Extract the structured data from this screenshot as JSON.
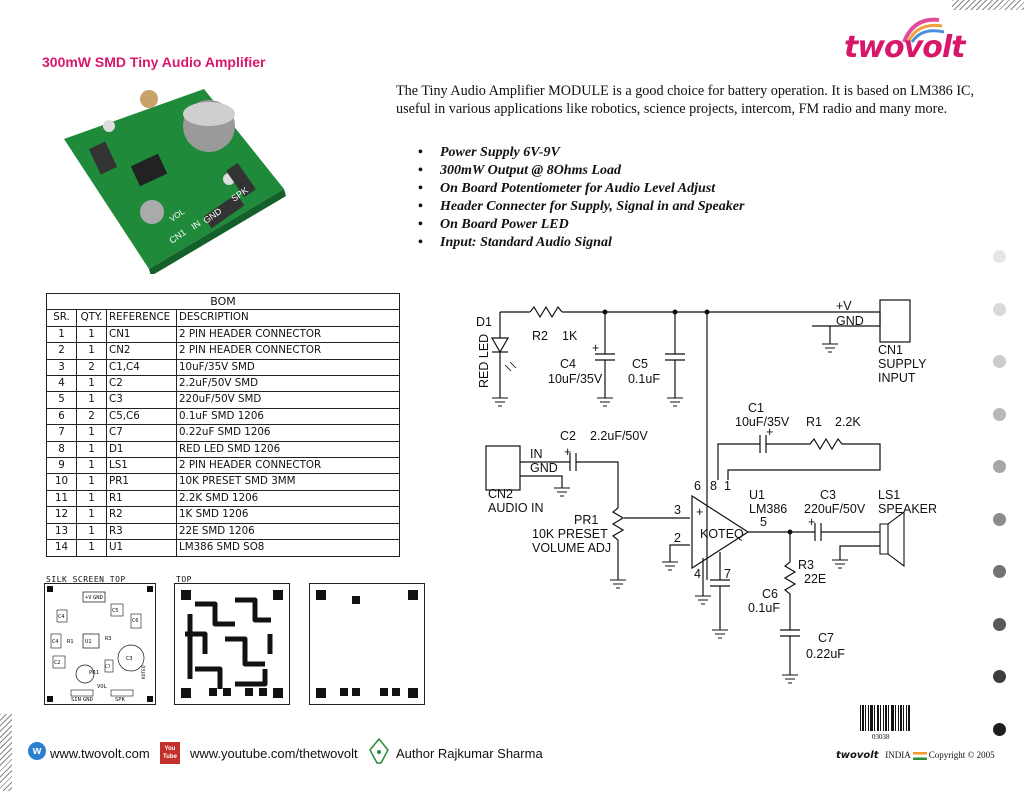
{
  "title": "300mW SMD Tiny Audio Amplifier",
  "logo": {
    "text": "twovolt"
  },
  "intro": "The Tiny Audio Amplifier MODULE  is a good choice for battery operation. It is based on LM386 IC, useful in various applications like robotics, science projects, intercom, FM radio and many more.",
  "features": [
    "Power Supply 6V-9V",
    "300mW Output @ 8Ohms Load",
    "On Board Potentiometer for Audio Level Adjust",
    "Header Connecter for Supply, Signal in and Speaker",
    "On Board Power LED",
    "Input: Standard Audio Signal"
  ],
  "pcb_photo": {
    "silk": [
      "CN1",
      "IN",
      "GND",
      "VOL",
      "SPK"
    ]
  },
  "bom": {
    "caption": "BOM",
    "headers": [
      "SR.",
      "QTY.",
      "REFERENCE",
      "DESCRIPTION"
    ],
    "rows": [
      [
        "1",
        "1",
        "CN1",
        "2 PIN HEADER CONNECTOR"
      ],
      [
        "2",
        "1",
        "CN2",
        "2 PIN HEADER CONNECTOR"
      ],
      [
        "3",
        "2",
        "C1,C4",
        "10uF/35V SMD"
      ],
      [
        "4",
        "1",
        "C2",
        "2.2uF/50V SMD"
      ],
      [
        "5",
        "1",
        "C3",
        "220uF/50V SMD"
      ],
      [
        "6",
        "2",
        "C5,C6",
        "0.1uF SMD 1206"
      ],
      [
        "7",
        "1",
        "C7",
        "0.22uF SMD 1206"
      ],
      [
        "8",
        "1",
        "D1",
        "RED LED SMD 1206"
      ],
      [
        "9",
        "1",
        "LS1",
        "2 PIN HEADER CONNECTOR"
      ],
      [
        "10",
        "1",
        "PR1",
        "10K PRESET SMD 3MM"
      ],
      [
        "11",
        "1",
        "R1",
        "2.2K SMD 1206"
      ],
      [
        "12",
        "1",
        "R2",
        "1K SMD 1206"
      ],
      [
        "13",
        "1",
        "R3",
        "22E SMD 1206"
      ],
      [
        "14",
        "1",
        "U1",
        "LM386 SMD SO8"
      ]
    ]
  },
  "layouts": {
    "silk_label": "SILK SCREEN  TOP",
    "top_label": "TOP",
    "silk_parts": [
      "+V",
      "GND",
      "C4",
      "C5",
      "C6",
      "U1",
      "C4",
      "R1",
      "R3",
      "C3",
      "C2",
      "PR1",
      "C7",
      "VOL",
      "SIN",
      "GND",
      "SPK",
      "KOTEQ"
    ]
  },
  "schematic": {
    "d1": "D1",
    "led": "RED LED",
    "r2": "R2",
    "r2v": "1K",
    "c4": "C4",
    "c4v": "10uF/35V",
    "c5": "C5",
    "c5v": "0.1uF",
    "vplus": "+V",
    "gnd": "GND",
    "cn1": "CN1",
    "cn1a": "SUPPLY",
    "cn1b": "INPUT",
    "c1": "C1",
    "c1v": "10uF/35V",
    "r1": "R1",
    "r1v": "2.2K",
    "in": "IN",
    "gnd2": "GND",
    "c2": "C2",
    "c2v": "2.2uF/50V",
    "cn2": "CN2",
    "cn2a": "AUDIO IN",
    "pr1": "PR1",
    "pr1a": "10K PRESET",
    "pr1b": "VOLUME  ADJ",
    "p6": "6",
    "p8": "8",
    "p1": "1",
    "p3": "3",
    "p2": "2",
    "p4": "4",
    "p5": "5",
    "p7": "7",
    "u1": "U1",
    "u1v": "LM386",
    "koteq": "KOTEQ",
    "c3": "C3",
    "c3v": "220uF/50V",
    "ls1": "LS1",
    "ls1v": "SPEAKER",
    "r3": "R3",
    "r3v": "22E",
    "c6": "C6",
    "c6v": "0.1uF",
    "c7": "C7",
    "c7v": "0.22uF",
    "plus": "+"
  },
  "barcode": "03038",
  "footer": {
    "website": "www.twovolt.com",
    "youtube": "www.youtube.com/thetwovolt",
    "author": "Author Rajkumar Sharma",
    "yt_icon": "You Tube",
    "brand": "twovolt",
    "country": "INDIA",
    "copyright": "Copyright",
    "copy_symbol": "©",
    "year": "2005"
  },
  "dots": [
    "#e6e6e6",
    "#d9d9d9",
    "#cccccc",
    "#b8b8b8",
    "#a6a6a6",
    "#8c8c8c",
    "#737373",
    "#595959",
    "#3d3d3d",
    "#1e1e1e"
  ]
}
